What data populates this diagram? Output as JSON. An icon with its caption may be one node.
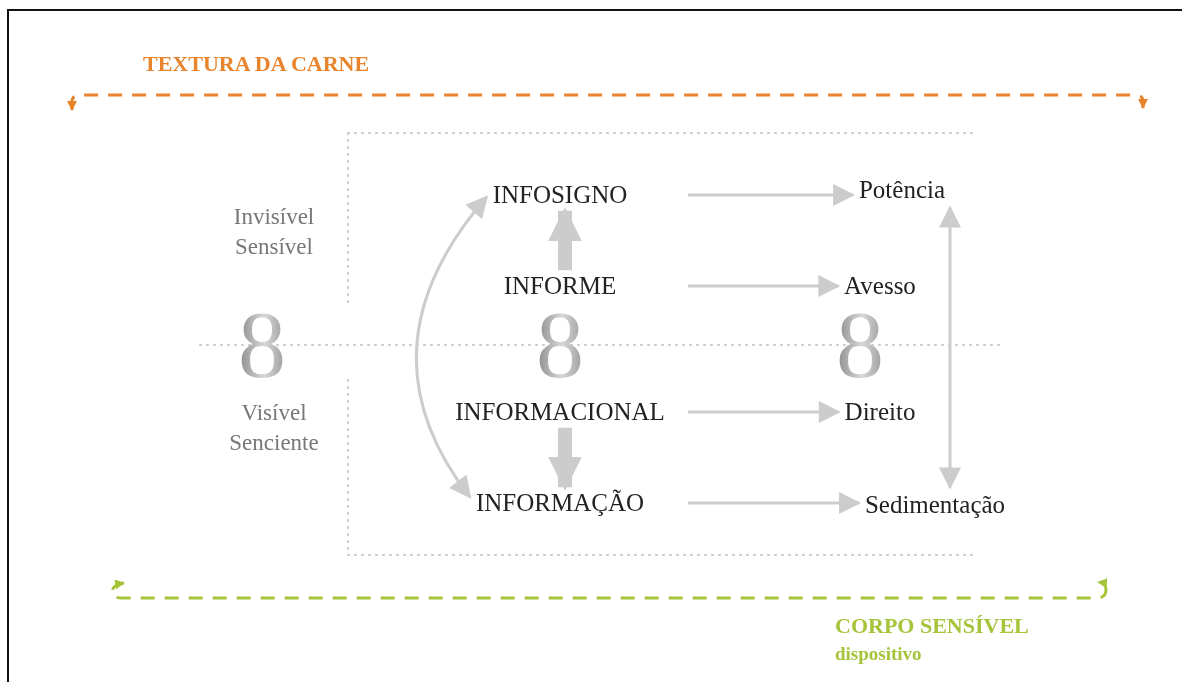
{
  "diagram": {
    "nodes": [
      {
        "text": [
          "INFOSIGNO"
        ]
      },
      {
        "text": [
          "INFORME"
        ]
      },
      {
        "text": [
          "INFORMACIONAL"
        ]
      },
      {
        "text": [
          "INFORMAÇÃO"
        ]
      },
      {
        "text": [
          "Potência"
        ]
      },
      {
        "text": [
          "Avesso"
        ]
      },
      {
        "text": [
          "Direito"
        ]
      },
      {
        "text": [
          "Sedimentação"
        ]
      }
    ],
    "edges": [
      {
        "from": 0,
        "to": 4,
        "arrow": "to"
      },
      {
        "from": 1,
        "to": 0,
        "arrow": "to",
        "style": "thick"
      },
      {
        "from": 1,
        "to": 5,
        "arrow": "to"
      },
      {
        "from": 2,
        "to": 6,
        "arrow": "to"
      },
      {
        "from": 2,
        "to": 3,
        "arrow": "to",
        "style": "thick"
      },
      {
        "from": 3,
        "to": 7,
        "arrow": "to"
      },
      {
        "from": 0,
        "to": 3,
        "arrow": "both"
      },
      {
        "from": 4,
        "to": 7,
        "arrow": "both"
      }
    ],
    "labels": [
      "TEXTURA DA CARNE",
      "Invisível Sensível",
      "8",
      "8",
      "8",
      "Visível Senciente",
      "CORPO SENSÍVEL",
      "dispositivo"
    ]
  }
}
